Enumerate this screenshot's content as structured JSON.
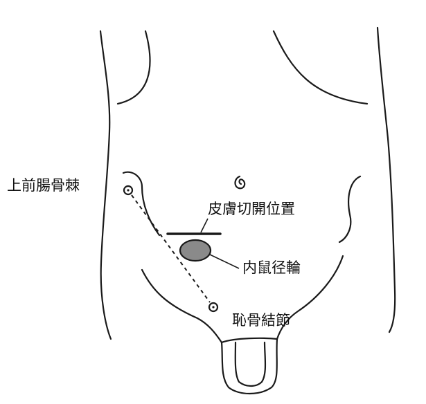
{
  "labels": {
    "asis": "上前腸骨棘",
    "incision": "皮膚切開位置",
    "ring": "内鼠径輪",
    "tubercle": "恥骨結節"
  },
  "colors": {
    "line": "#1a1a1a",
    "ring_fill": "#8a8a8a",
    "background": "#ffffff"
  }
}
